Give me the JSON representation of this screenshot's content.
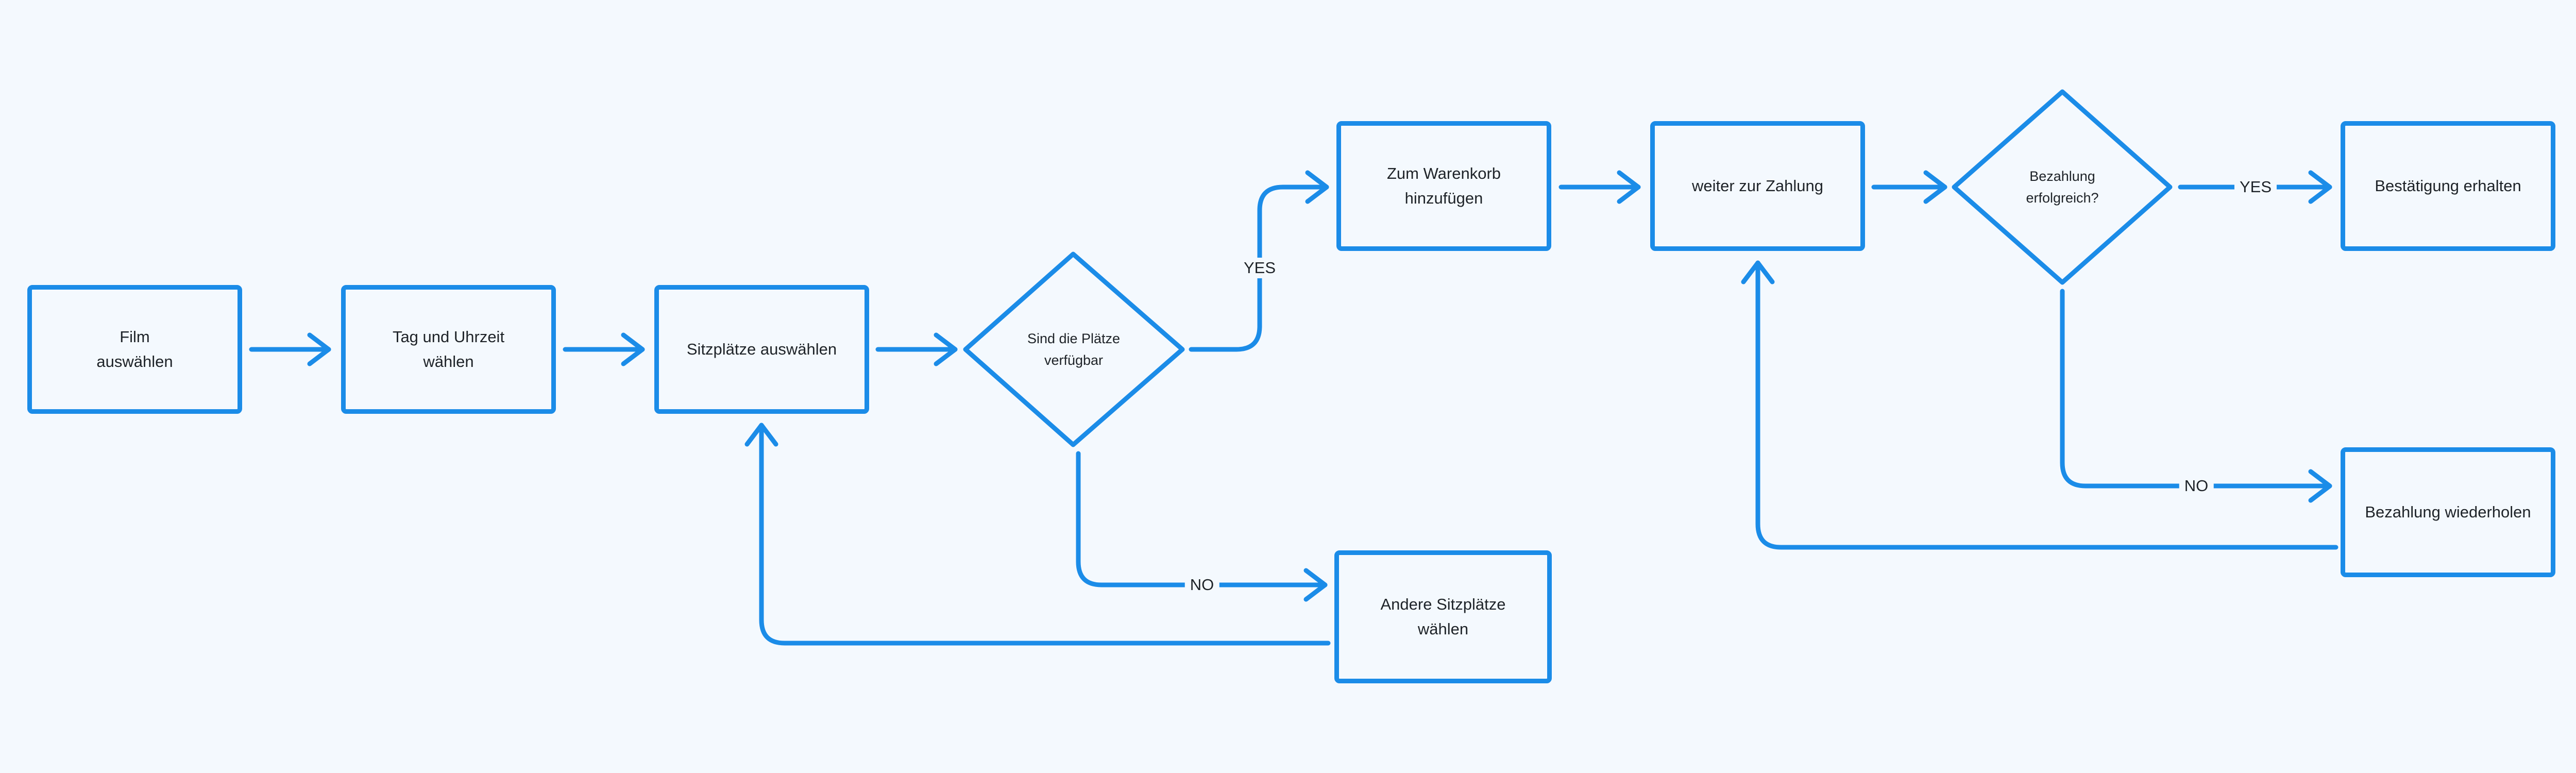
{
  "theme": {
    "stroke": "#1b8ce8",
    "background": "#f4f9fe",
    "text": "#1e2328"
  },
  "nodes": {
    "film": "Film\nauswählen",
    "tag": "Tag und Uhrzeit\nwählen",
    "sitz": "Sitzplätze auswählen",
    "check_seats": "Sind die Plätze\nverfügbar",
    "cart": "Zum Warenkorb\nhinzufügen",
    "pay": "weiter zur Zahlung",
    "check_pay": "Bezahlung\nerfolgreich?",
    "confirm": "Bestätigung erhalten",
    "other_seats": "Andere Sitzplätze\nwählen",
    "retry_pay": "Bezahlung wiederholen"
  },
  "edges": {
    "seats_yes": "YES",
    "seats_no": "NO",
    "pay_yes": "YES",
    "pay_no": "NO"
  }
}
